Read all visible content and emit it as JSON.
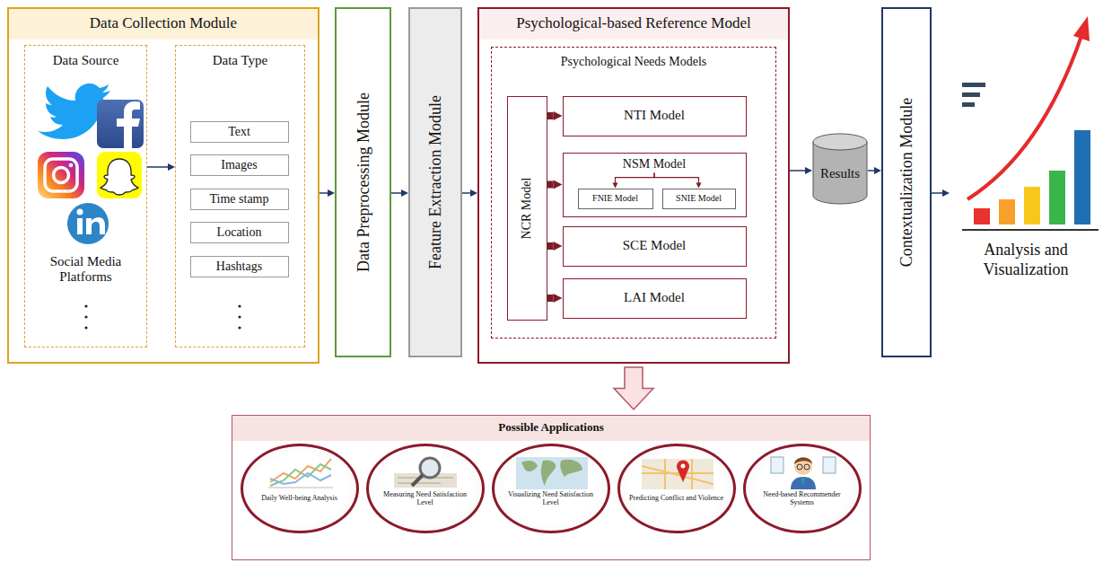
{
  "diagram": {
    "nodes": [
      {
        "text": [
          "Data Collection Module"
        ]
      },
      {
        "text": [
          "Data Source",
          "Social Media Platforms"
        ],
        "in": 0
      },
      {
        "text": [
          "Data Type"
        ],
        "in": 0
      },
      {
        "text": [
          "Text"
        ],
        "in": 2
      },
      {
        "text": [
          "Images"
        ],
        "in": 2
      },
      {
        "text": [
          "Time stamp"
        ],
        "in": 2
      },
      {
        "text": [
          "Location"
        ],
        "in": 2
      },
      {
        "text": [
          "Hashtags"
        ],
        "in": 2
      },
      {
        "text": [
          "Data Preprocessing Module"
        ]
      },
      {
        "text": [
          "Feature Extraction Module"
        ]
      },
      {
        "text": [
          "Psychological-based  Reference Model"
        ]
      },
      {
        "text": [
          "Psychological Needs Models"
        ],
        "in": 10
      },
      {
        "text": [
          "NCR Model"
        ],
        "in": 11
      },
      {
        "text": [
          "NTI Model"
        ],
        "in": 11
      },
      {
        "text": [
          "NSM Model"
        ],
        "in": 11
      },
      {
        "text": [
          "FNIE Model"
        ],
        "in": 14
      },
      {
        "text": [
          "SNIE Model"
        ],
        "in": 14
      },
      {
        "text": [
          "SCE Model"
        ],
        "in": 11
      },
      {
        "text": [
          "LAI Model"
        ],
        "in": 11
      },
      {
        "text": [
          "Results"
        ]
      },
      {
        "text": [
          "Contextualization Module"
        ]
      },
      {
        "text": [
          "Possible Applications"
        ]
      },
      {
        "text": [
          "Daily Well-being Analysis"
        ],
        "in": 21
      },
      {
        "text": [
          "Measuring Need Satisfaction Level"
        ],
        "in": 21
      },
      {
        "text": [
          "Visualizing Need Satisfaction Level"
        ],
        "in": 21
      },
      {
        "text": [
          "Predicting Conflict and Violence"
        ],
        "in": 21
      },
      {
        "text": [
          "Need-based Recommender Systems"
        ],
        "in": 21
      }
    ],
    "edges": [
      {
        "from": 1,
        "to": 2,
        "arrow": "to"
      },
      {
        "from": 0,
        "to": 8,
        "arrow": "to"
      },
      {
        "from": 8,
        "to": 9,
        "arrow": "to"
      },
      {
        "from": 9,
        "to": 10,
        "arrow": "to"
      },
      {
        "from": 12,
        "to": 13,
        "arrow": "to"
      },
      {
        "from": 12,
        "to": 14,
        "arrow": "to"
      },
      {
        "from": 12,
        "to": 17,
        "arrow": "to"
      },
      {
        "from": 12,
        "to": 18,
        "arrow": "to"
      },
      {
        "from": 14,
        "to": 15,
        "arrow": "to"
      },
      {
        "from": 14,
        "to": 16,
        "arrow": "to"
      },
      {
        "from": 10,
        "to": 19,
        "arrow": "to"
      },
      {
        "from": 19,
        "to": 20,
        "arrow": "to"
      },
      {
        "from": 10,
        "to": 21,
        "arrow": "to"
      }
    ],
    "labels": [
      "Analysis and Visualization"
    ]
  }
}
